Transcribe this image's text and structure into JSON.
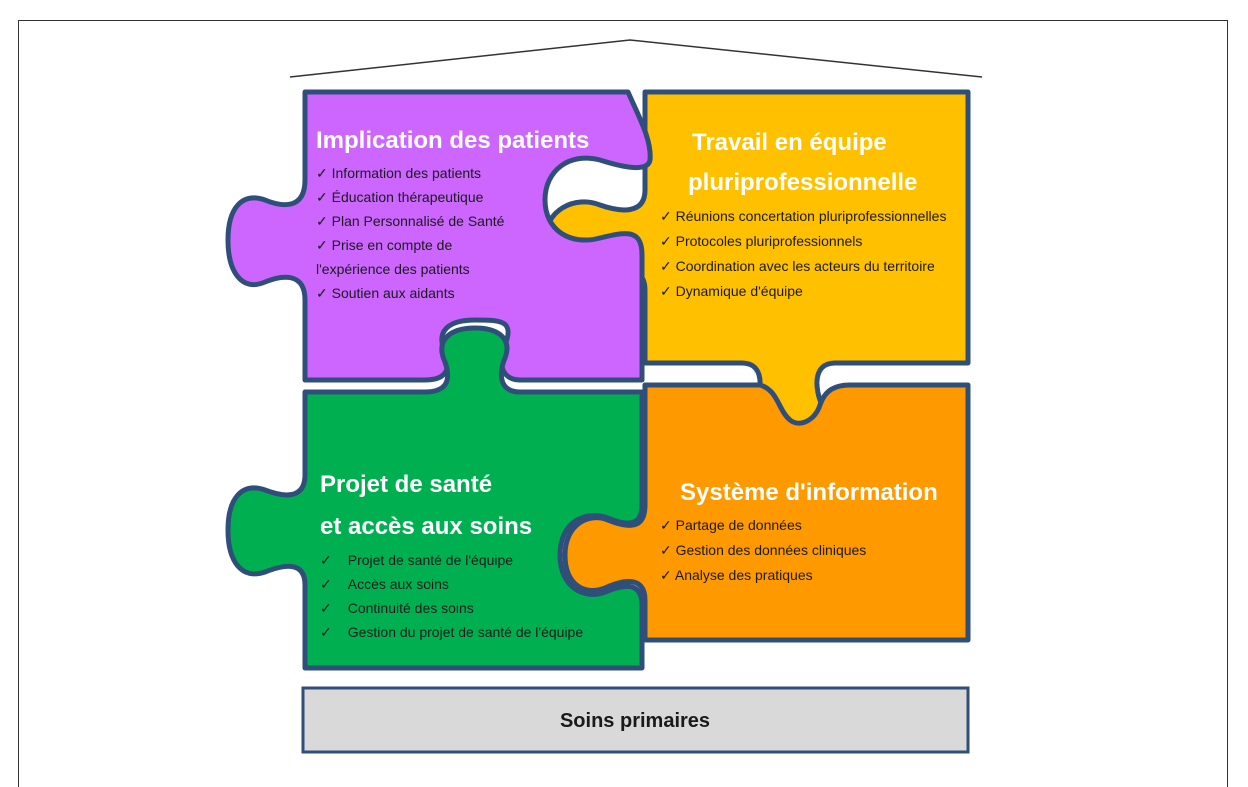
{
  "colors": {
    "purple": "#cc66ff",
    "yellow": "#ffc000",
    "green": "#00b050",
    "orange": "#ff9900",
    "outline": "#2f4f7a",
    "base_fill": "#d9d9d9"
  },
  "check_mark": "✓",
  "pieces": {
    "patients": {
      "title": "Implication des patients",
      "items": [
        "Information des patients",
        "Éducation thérapeutique",
        "Plan Personnalisé de Santé",
        "Prise en compte de",
        "Soutien aux aidants"
      ],
      "continuation": "l'expérience des patients"
    },
    "equipe": {
      "title_line1": "Travail en équipe",
      "title_line2": "pluriprofessionnelle",
      "items": [
        "Réunions concertation pluriprofessionnelles",
        "Protocoles pluriprofessionnels",
        "Coordination avec les acteurs du territoire",
        "Dynamique d'équipe"
      ]
    },
    "projet": {
      "title_line1": "Projet de santé",
      "title_line2": "et accès aux soins",
      "items": [
        "Projet de santé de l'équipe",
        "Accès aux soins",
        "Continuité des soins",
        "Gestion du projet de santé de l'équipe"
      ]
    },
    "information": {
      "title": "Système d'information",
      "items": [
        "Partage de données",
        "Gestion des données cliniques",
        "Analyse des pratiques"
      ]
    }
  },
  "base": {
    "label": "Soins primaires"
  }
}
